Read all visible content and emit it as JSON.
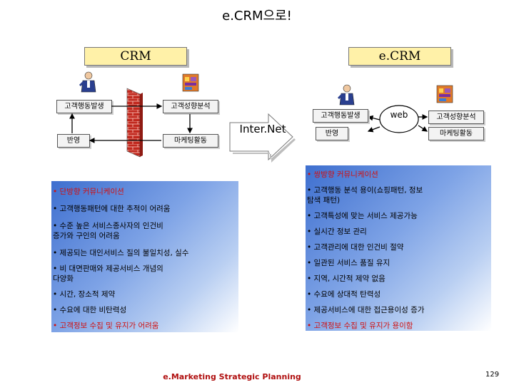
{
  "title": "e.CRM으로!",
  "crm": {
    "label": "CRM",
    "box_customer_behavior": "고객행동발생",
    "box_customer_analysis": "고객성향분석",
    "box_reflect": "반영",
    "box_marketing": "마케팅활동"
  },
  "ecrm": {
    "label": "e.CRM",
    "box_customer_behavior": "고객행동발생",
    "box_customer_analysis": "고객성향분석",
    "box_reflect": "반영",
    "box_marketing": "마케팅활동",
    "web": "web"
  },
  "internet_label": "Inter.Net",
  "left_bullets": [
    {
      "text": "• 단방향 커뮤니케이션",
      "style": "red"
    },
    {
      "text": "• 고객행동패턴에 대한 추적이 어려움",
      "style": "dark"
    },
    {
      "text": "• 수준 높은 서비스종사자의 인건비\n  증가와 구인의 어려움",
      "style": "dark"
    },
    {
      "text": "• 제공되는 대인서비스 질의 불일치성, 실수",
      "style": "dark"
    },
    {
      "text": "• 비 대면판매와 제공서비스 개념의\n  다양화",
      "style": "dark"
    },
    {
      "text": "• 시간, 장소적 제약",
      "style": "dark"
    },
    {
      "text": "• 수요에 대한 비탄력성",
      "style": "dark"
    },
    {
      "text": "• 고객정보 수집 및 유지가 어려움",
      "style": "red"
    }
  ],
  "right_bullets": [
    {
      "text": "• 쌍방향 커뮤니케이션",
      "style": "red"
    },
    {
      "text": "• 고객행동 분석 용이(쇼핑패턴, 정보\n  탐색 패턴)",
      "style": "dark"
    },
    {
      "text": "• 고객특성에 맞는 서비스 제공가능",
      "style": "dark"
    },
    {
      "text": "• 실시간 정보 관리",
      "style": "dark"
    },
    {
      "text": "• 고객관리에 대한 인건비 절약",
      "style": "dark"
    },
    {
      "text": "• 일관된 서비스 품질 유지",
      "style": "dark"
    },
    {
      "text": "• 지역, 시간적 제약 없음",
      "style": "dark"
    },
    {
      "text": "• 수요에 상대적 탄력성",
      "style": "dark"
    },
    {
      "text": "• 제공서비스에 대한 접근용이성 증가",
      "style": "dark"
    },
    {
      "text": "• 고객정보 수집 및 유지가 용이함",
      "style": "red"
    }
  ],
  "footer": "e.Marketing Strategic Planning",
  "page_number": "129",
  "colors": {
    "header_fill": "#fff1a8",
    "panel_blue": "#3e6fcf",
    "accent_red": "#d01010",
    "firewall_red": "#c0281e"
  }
}
